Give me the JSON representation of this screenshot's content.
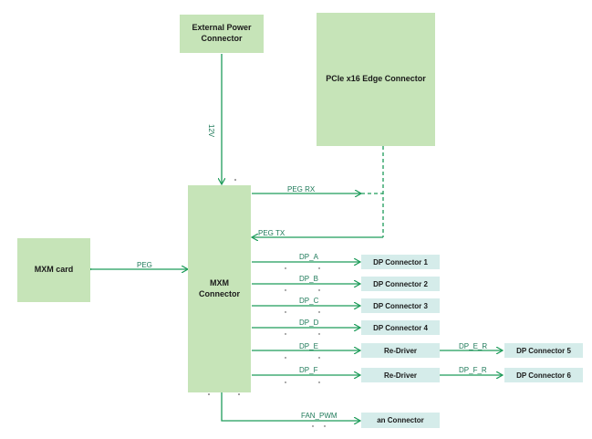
{
  "blocks": {
    "ext_power": "External Power\nConnector",
    "pcie": "PCIe x16 Edge Connector",
    "mxm_card": "MXM card",
    "mxm_connector": "MXM\nConnector"
  },
  "signals": {
    "v12": "12V",
    "peg_rx": "PEG RX",
    "peg_tx": "PEG TX",
    "peg": "PEG",
    "dp_a": "DP_A",
    "dp_b": "DP_B",
    "dp_c": "DP_C",
    "dp_d": "DP_D",
    "dp_e": "DP_E",
    "dp_f": "DP_F",
    "dp_e_r": "DP_E_R",
    "dp_f_r": "DP_F_R",
    "fan_pwm": "FAN_PWM"
  },
  "connectors": {
    "dp1": "DP Connector 1",
    "dp2": "DP Connector 2",
    "dp3": "DP Connector 3",
    "dp4": "DP Connector 4",
    "redriver_e": "Re-Driver",
    "redriver_f": "Re-Driver",
    "dp5": "DP Connector 5",
    "dp6": "DP Connector 6",
    "fan": "an Connector"
  },
  "colors": {
    "block_fill": "#c6e4b8",
    "connector_fill": "#d5ecea",
    "wire": "#1e9c5a"
  }
}
